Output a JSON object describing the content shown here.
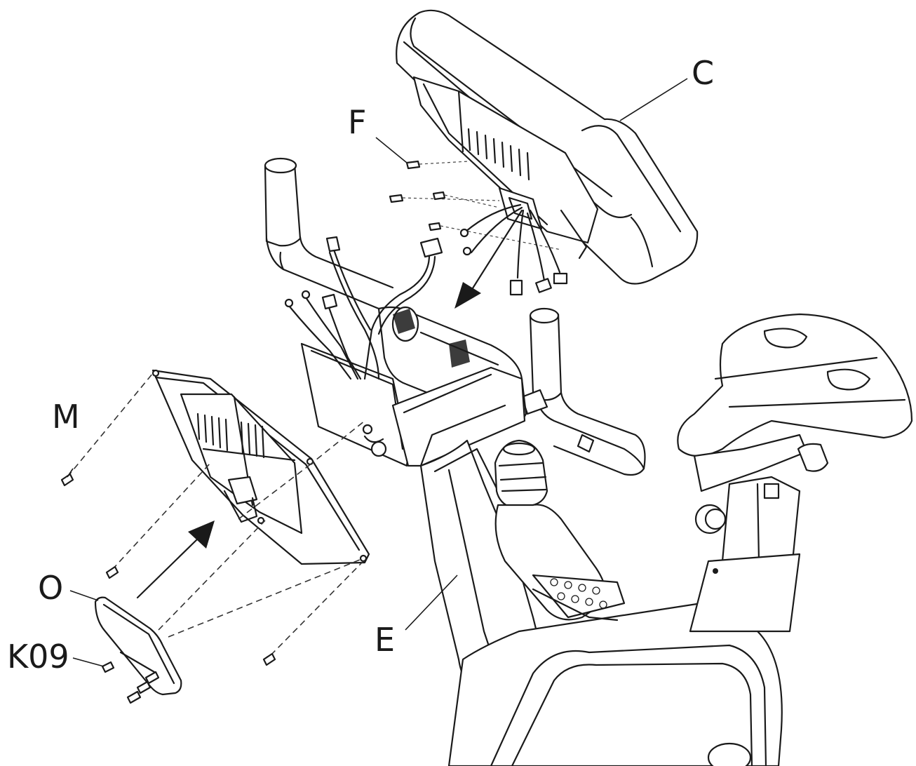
{
  "labels": {
    "C": "C",
    "F": "F",
    "M": "M",
    "O": "O",
    "K09": "K09",
    "E": "E"
  },
  "colors": {
    "line": "#1a1a1a",
    "background": "#ffffff"
  }
}
